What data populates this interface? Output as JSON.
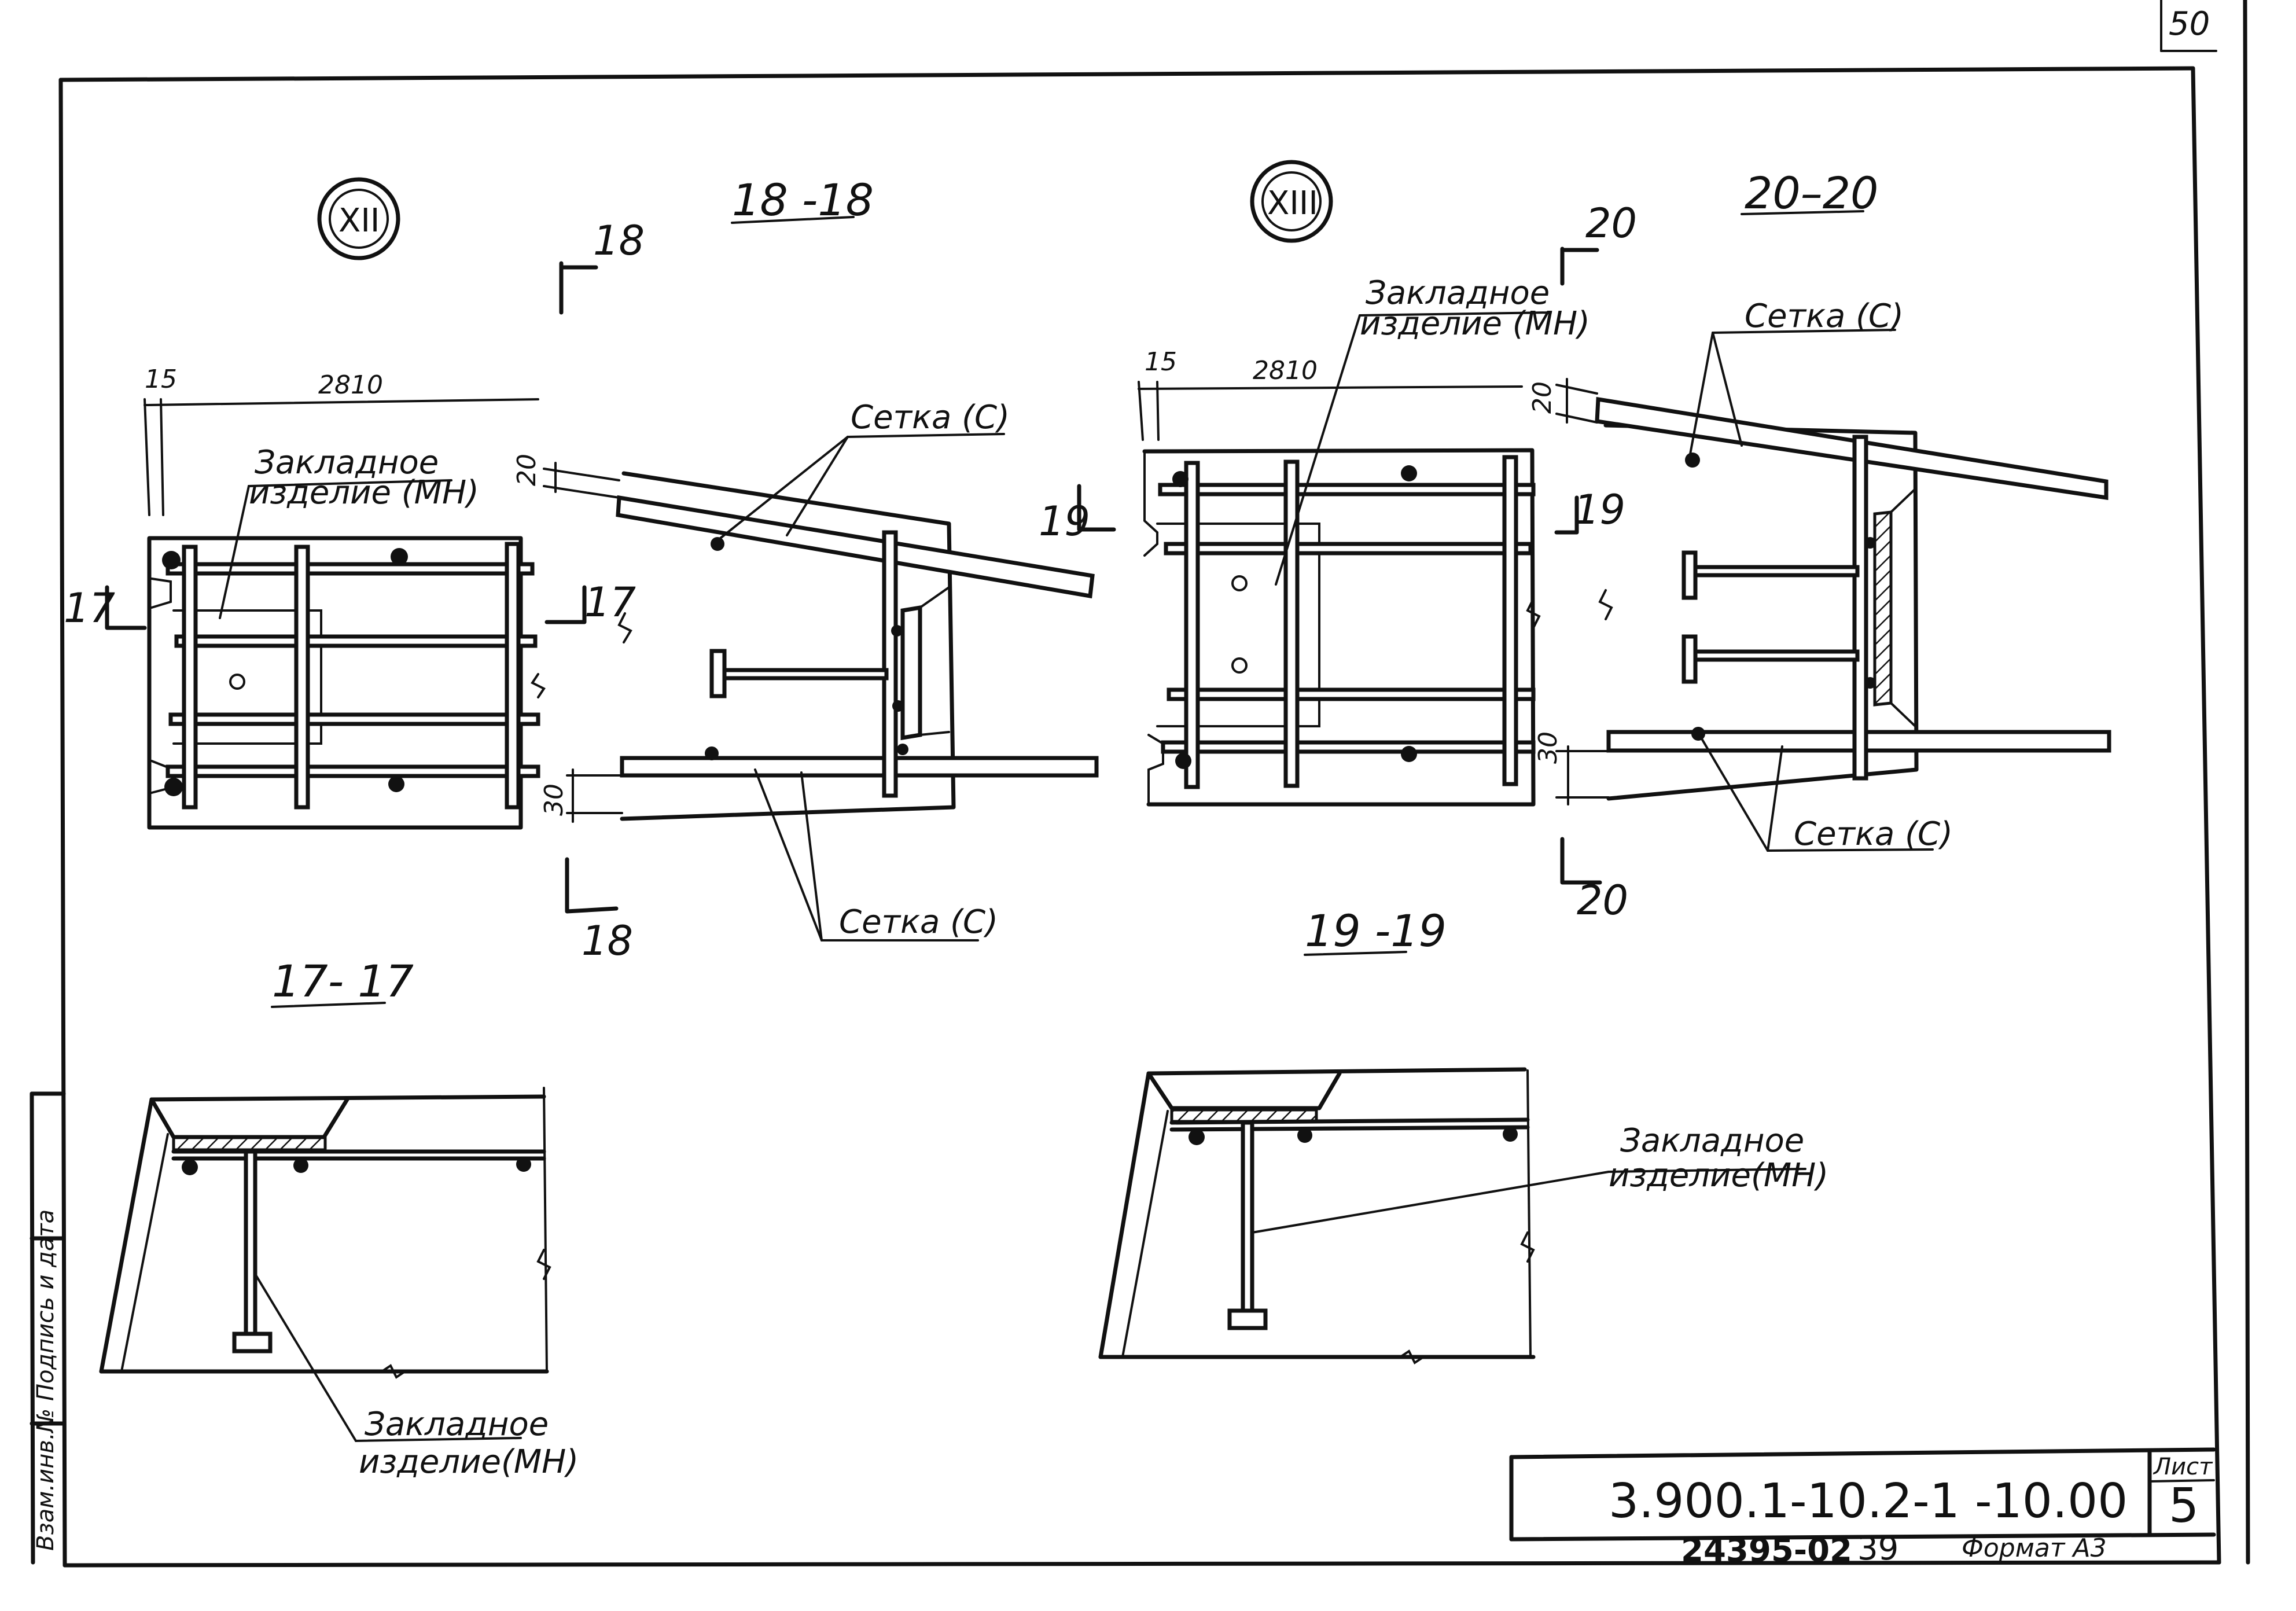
{
  "sheet": {
    "corner_number": "50",
    "designation": "3.900.1-10.2-1 -10.00",
    "sheet_label": "Лист",
    "sheet_number": "5",
    "archive_number": "24395-02",
    "archive_page": "39",
    "format": "Формат А3",
    "side_stamp": "Взам.инв.№  Подпись и дата"
  },
  "node_12": {
    "marker": "XII",
    "section_title": "18 -18",
    "cut_18_top": "18",
    "cut_18_bottom": "18",
    "cut_17_left": "17",
    "cut_17_right": "17",
    "dim_15": "15",
    "dim_2810": "2810",
    "dim_20": "20",
    "dim_30": "30",
    "embedded_label_1": "Закладное",
    "embedded_label_2": "изделие (МН)",
    "mesh_top": "Сетка (С)",
    "mesh_bottom": "Сетка (С)"
  },
  "section_17": {
    "title": "17- 17",
    "embedded_label_1": "Закладное",
    "embedded_label_2": "изделие(МН)"
  },
  "node_13": {
    "marker": "XIII",
    "section_title": "20–20",
    "cut_20_top": "20",
    "cut_20_bottom": "20",
    "cut_19_left": "19",
    "cut_19_right": "19",
    "dim_15": "15",
    "dim_2810": "2810",
    "dim_20": "20",
    "dim_30": "30",
    "embedded_label_1": "Закладное",
    "embedded_label_2": "изделие (МН)",
    "mesh_top": "Сетка (С)",
    "mesh_bottom": "Сетка (С)"
  },
  "section_19": {
    "title": "19 -19",
    "embedded_label_1": "Закладное",
    "embedded_label_2": "изделие(МН)"
  }
}
